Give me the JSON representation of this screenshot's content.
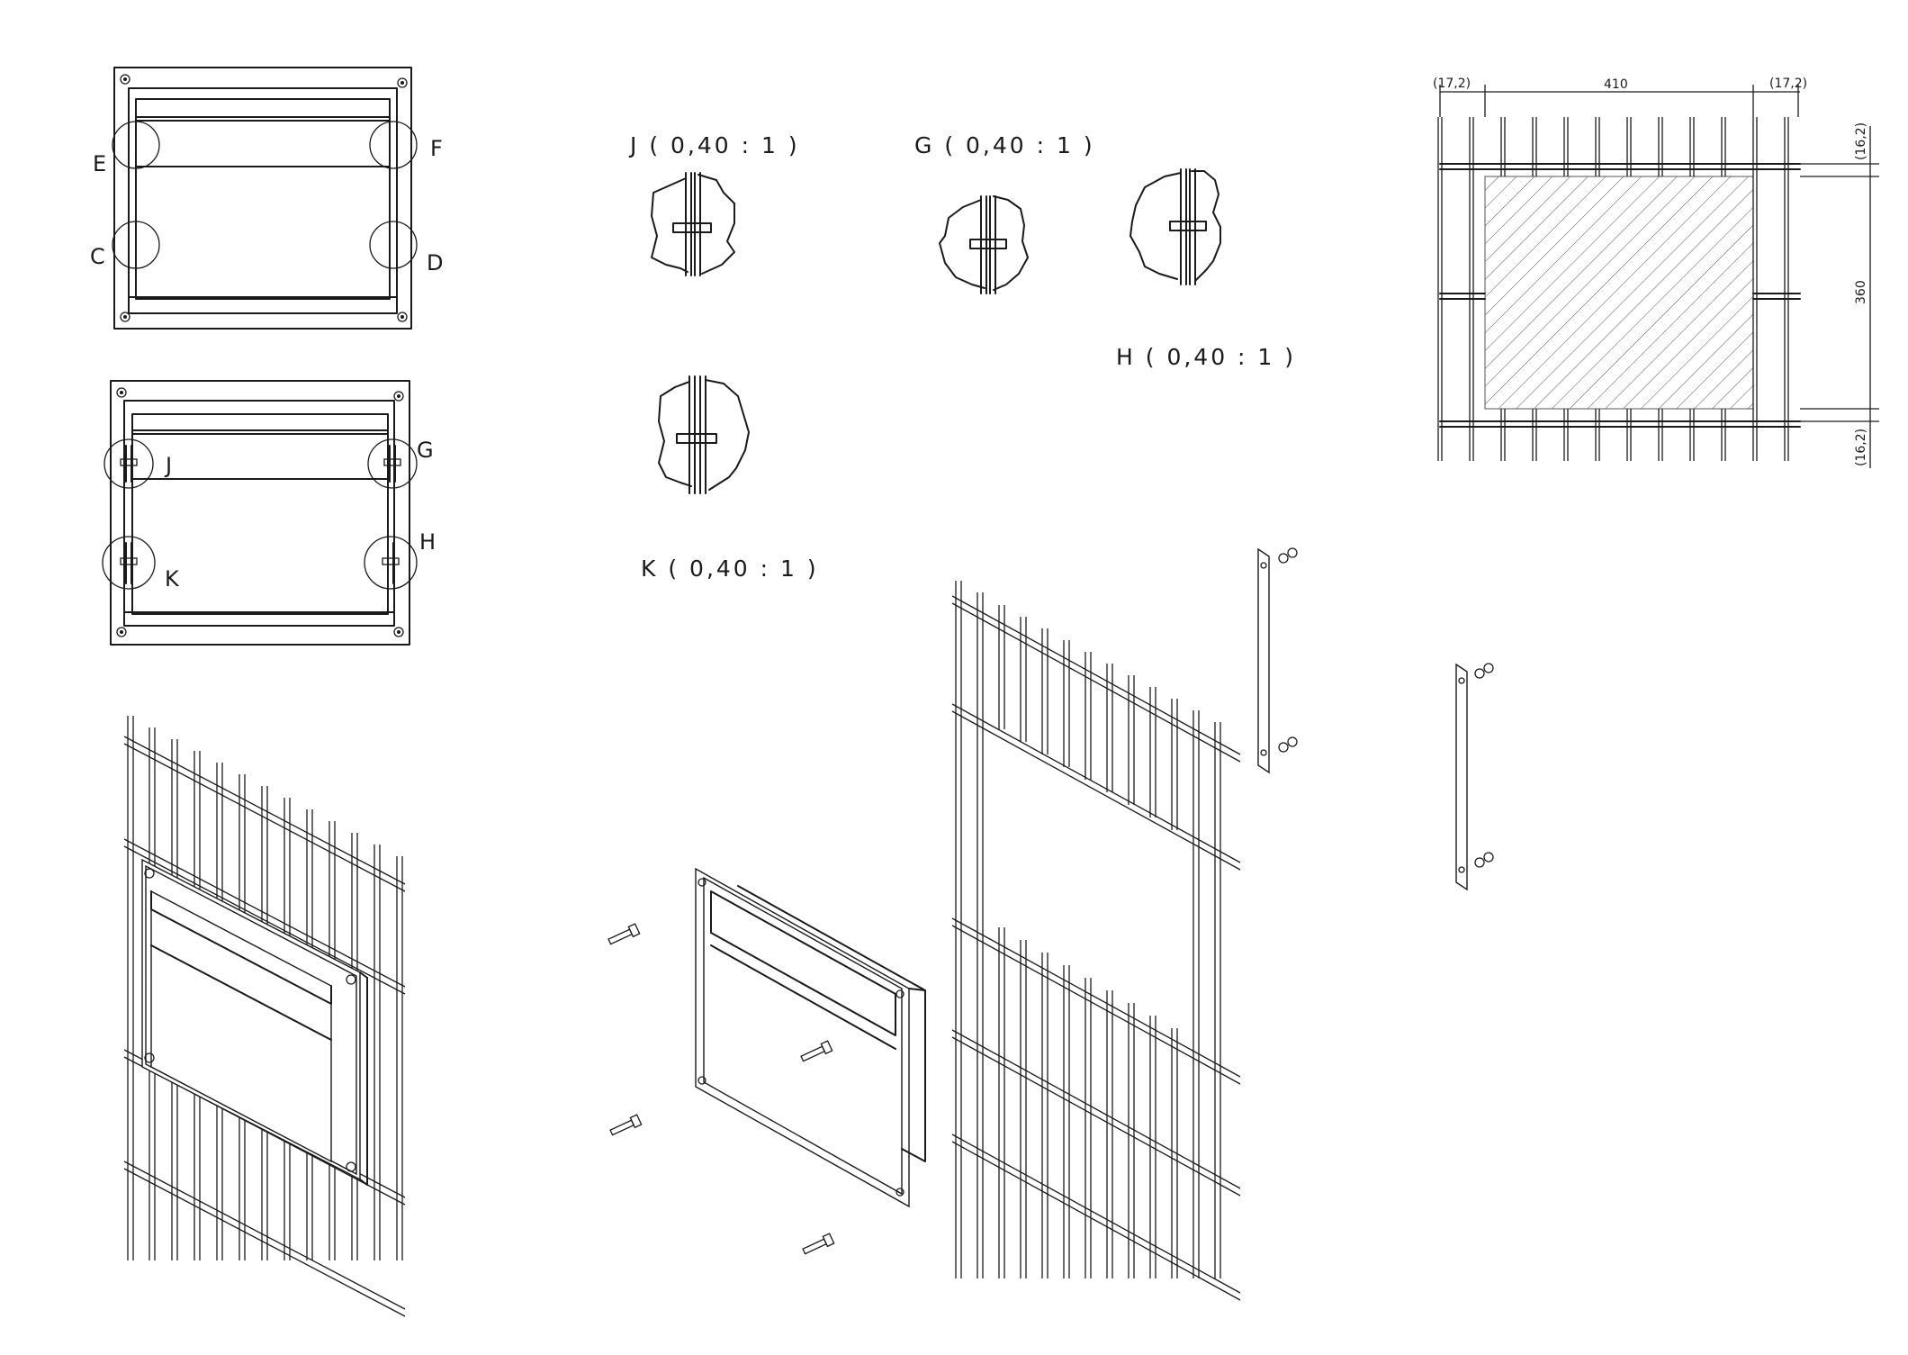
{
  "sheet": {
    "detail_markers": [
      "E",
      "F",
      "C",
      "D",
      "J",
      "G",
      "H",
      "K"
    ],
    "detail_scales": {
      "J": "J ( 0,40 : 1 )",
      "G": "G ( 0,40 : 1 )",
      "H": "H ( 0,40 : 1 )",
      "K": "K ( 0,40 : 1 )"
    },
    "dimensions": {
      "top_left": "(17,2)",
      "top_width": "410",
      "top_right": "(17,2)",
      "side_top": "(16,2)",
      "height": "360",
      "side_bottom": "(16,2)"
    }
  }
}
